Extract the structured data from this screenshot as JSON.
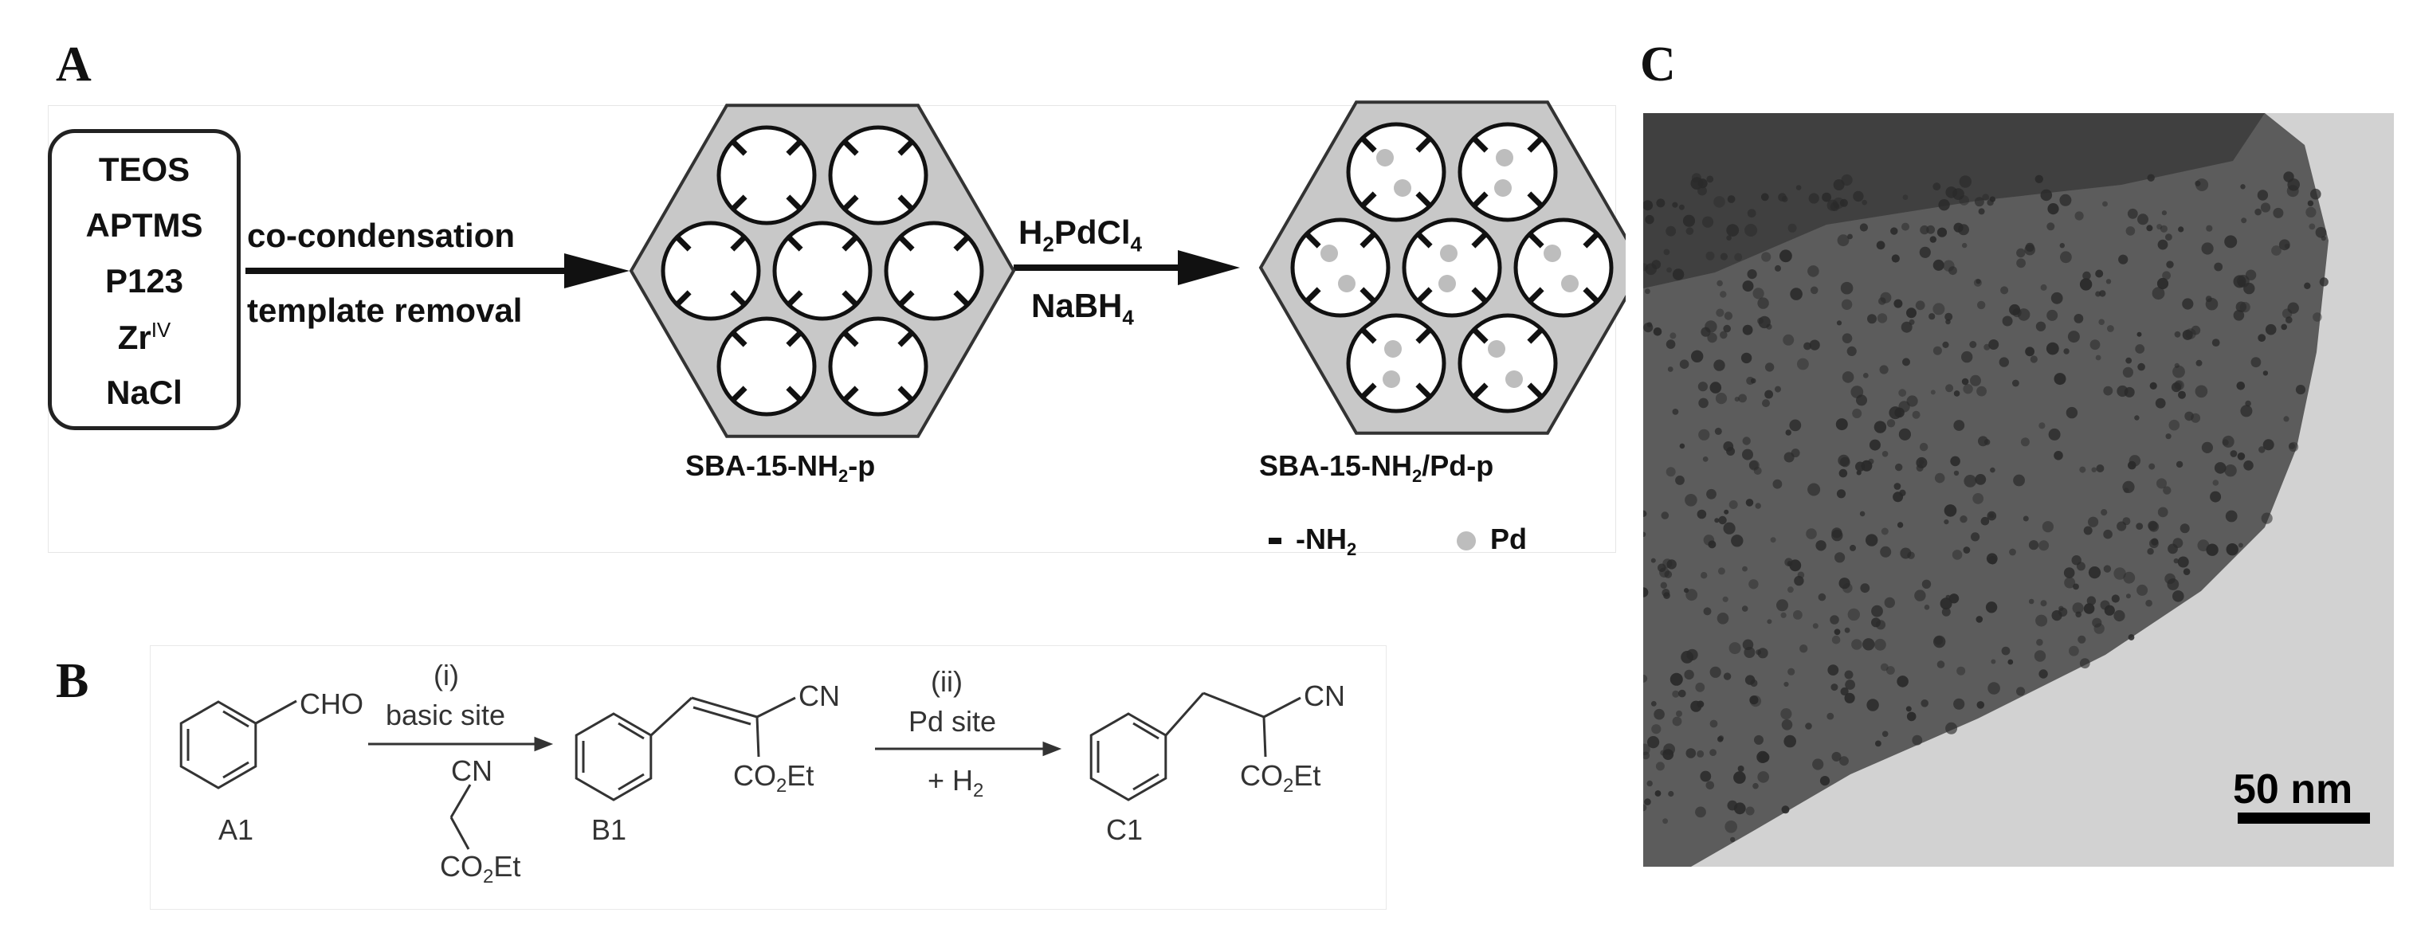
{
  "panels": {
    "a": "A",
    "b": "B",
    "c": "C"
  },
  "panelA": {
    "reagents": [
      "TEOS",
      "APTMS",
      "P123",
      "Zr",
      "NaCl"
    ],
    "zr_superscript": "IV",
    "arrow1_top": "co-condensation",
    "arrow1_bottom": "template removal",
    "arrow2_top_prefix": "H",
    "arrow2_top_sub1": "2",
    "arrow2_top_mid": "PdCl",
    "arrow2_top_sub2": "4",
    "arrow2_bottom_prefix": "NaBH",
    "arrow2_bottom_sub": "4",
    "label1_a": "SBA-15-NH",
    "label1_sub": "2",
    "label1_b": "-p",
    "label2_a": "SBA-15-NH",
    "label2_sub": "2",
    "label2_b": "/Pd-p",
    "legend_nh2_a": "-NH",
    "legend_nh2_sub": "2",
    "legend_pd": "Pd"
  },
  "panelB": {
    "cho": "CHO",
    "step1_num": "(i)",
    "step1_label": "basic site",
    "reagent_cn": "CN",
    "reagent_co2et_a": "CO",
    "reagent_co2et_sub": "2",
    "reagent_co2et_b": "Et",
    "a1": "A1",
    "b1": "B1",
    "c1": "C1",
    "b1_cn": "CN",
    "b1_co2et_a": "CO",
    "b1_co2et_sub": "2",
    "b1_co2et_b": "Et",
    "step2_num": "(ii)",
    "step2_label": "Pd site",
    "step2_h2_a": "+ H",
    "step2_h2_sub": "2",
    "c1_cn": "CN",
    "c1_co2et_a": "CO",
    "c1_co2et_sub": "2",
    "c1_co2et_b": "Et"
  },
  "panelC": {
    "scalebar": "50 nm"
  },
  "colors": {
    "hexagon": "#c8c8c8",
    "pd": "#bdbdbd",
    "ink": "#111111"
  }
}
